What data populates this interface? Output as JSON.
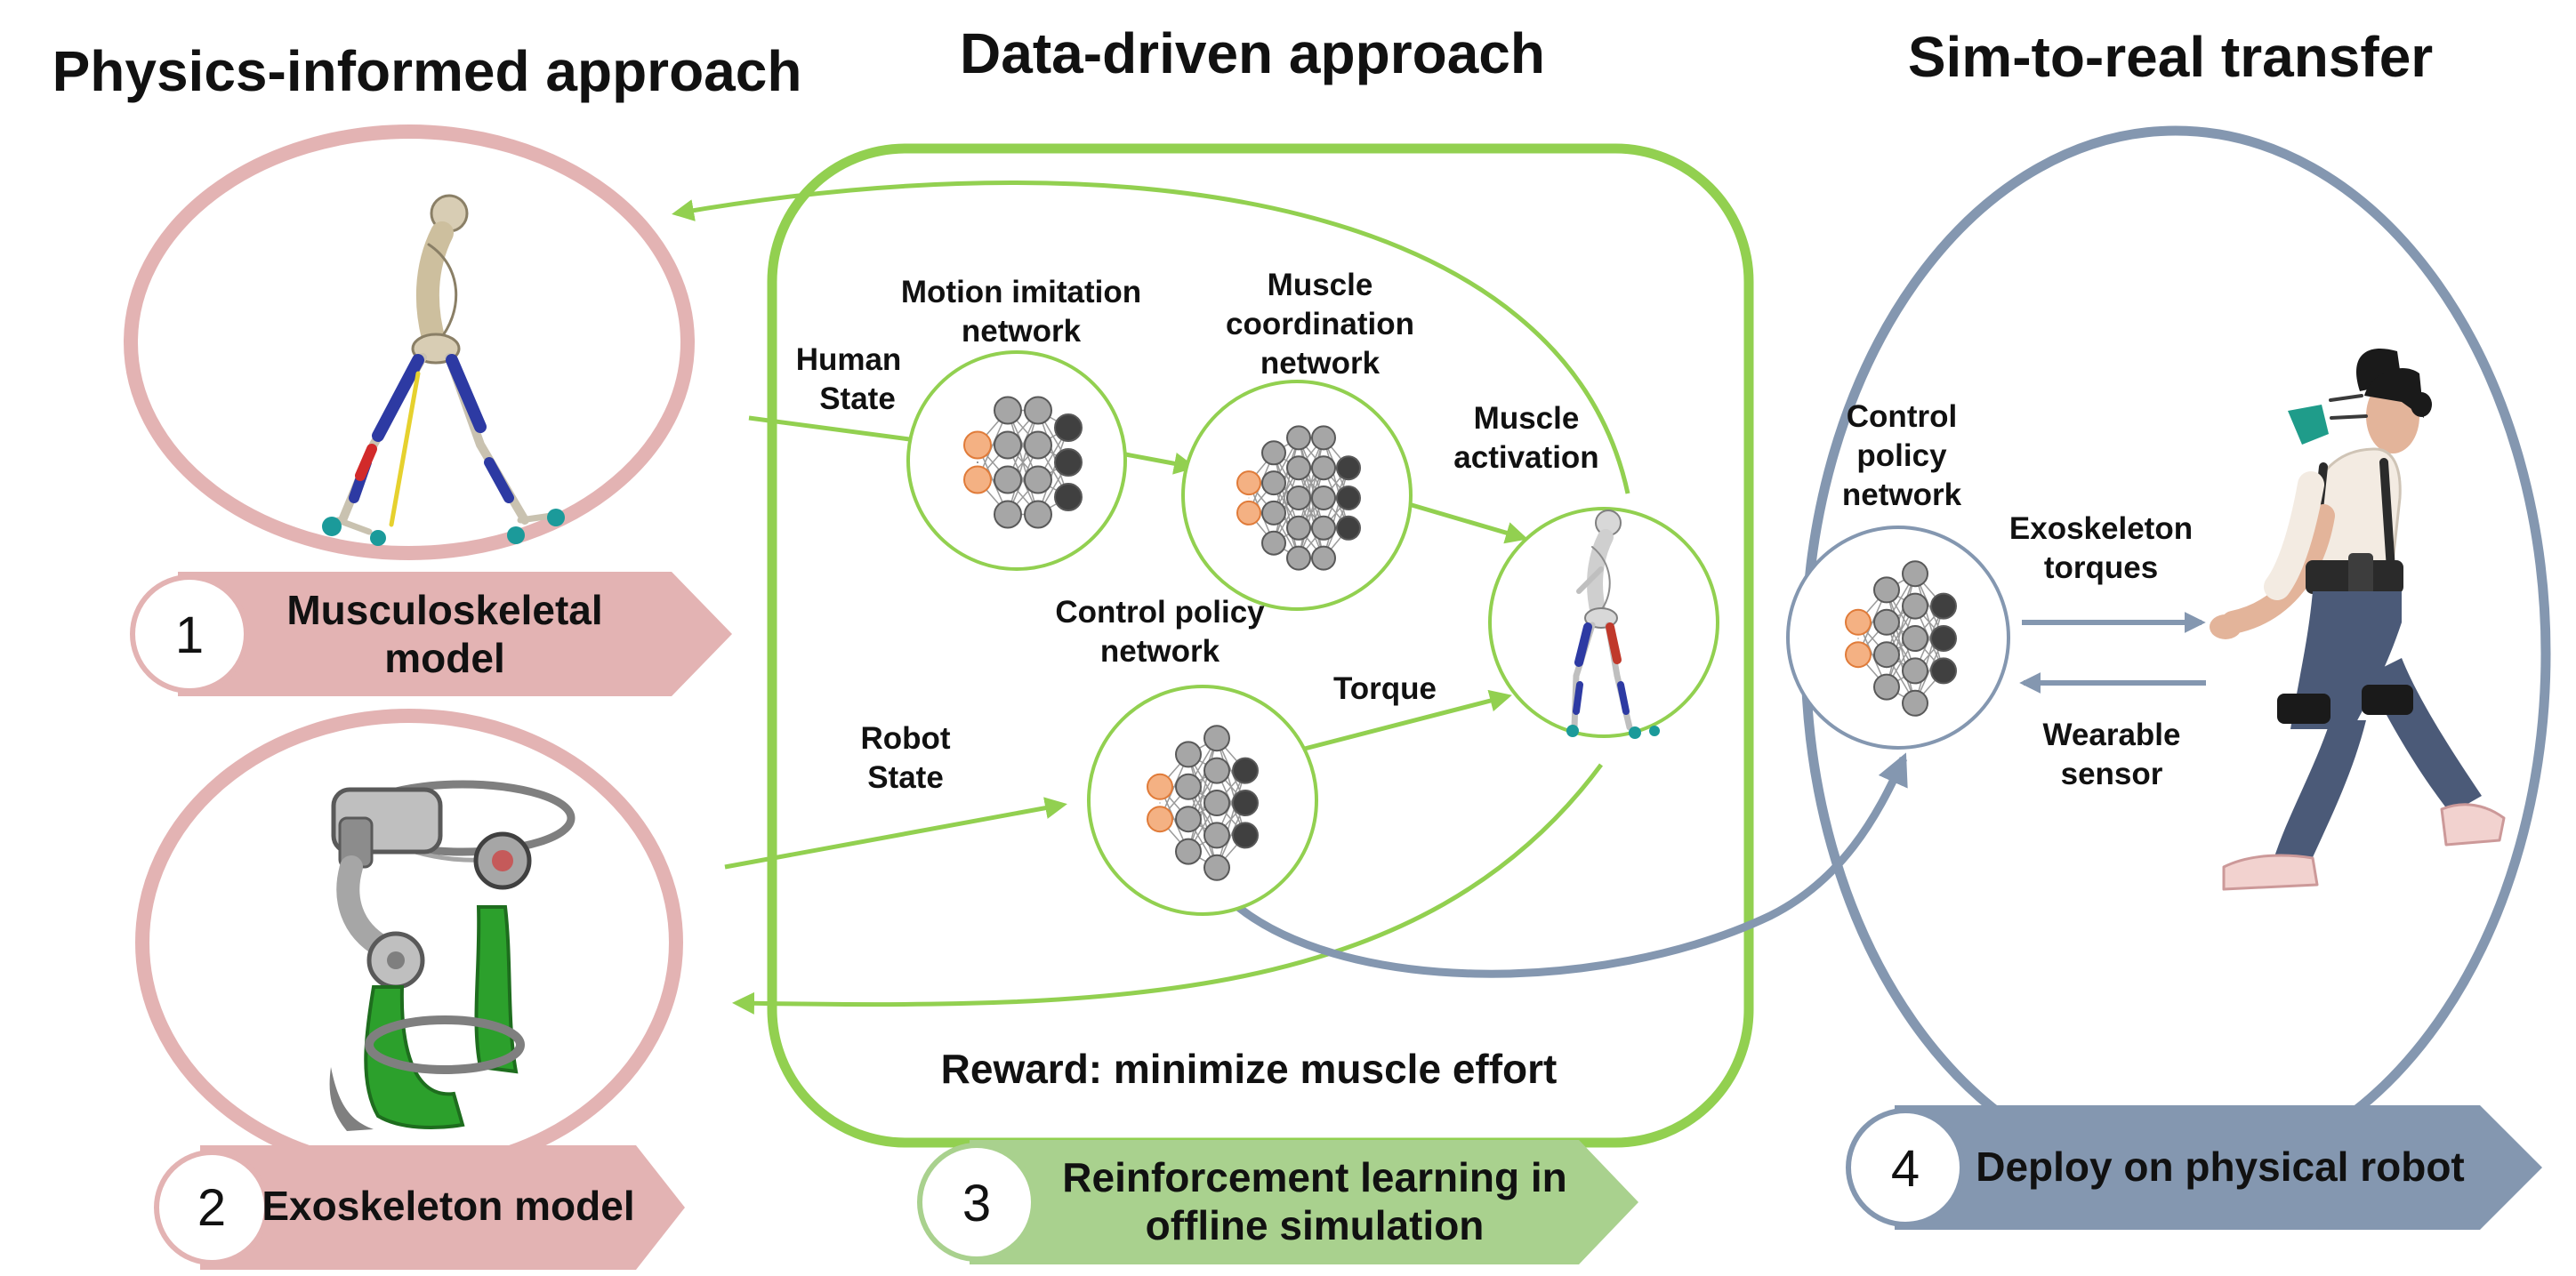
{
  "sections": {
    "physics": {
      "title": "Physics-informed approach"
    },
    "data_driven": {
      "title": "Data-driven approach"
    },
    "sim_to_real": {
      "title": "Sim-to-real transfer"
    }
  },
  "steps": [
    {
      "number": "1",
      "label_line1": "Musculoskeletal",
      "label_line2": "model",
      "color": "#e3b3b3"
    },
    {
      "number": "2",
      "label_line1": "Exoskeleton model",
      "label_line2": "",
      "color": "#e3b3b3"
    },
    {
      "number": "3",
      "label_line1": "Reinforcement learning in",
      "label_line2": "offline simulation",
      "color": "#a9d18e"
    },
    {
      "number": "4",
      "label_line1": "Deploy on physical robot",
      "label_line2": "",
      "color": "#8497b0"
    }
  ],
  "networks": {
    "motion_imitation": {
      "line1": "Motion imitation",
      "line2": "network"
    },
    "muscle_coordination": {
      "line1": "Muscle",
      "line2": "coordination",
      "line3": "network"
    },
    "control_policy": {
      "line1": "Control policy",
      "line2": "network"
    },
    "deployed_policy": {
      "line1": "Control",
      "line2": "policy",
      "line3": "network"
    }
  },
  "labels": {
    "human_state": {
      "line1": "Human",
      "line2": "State"
    },
    "robot_state": {
      "line1": "Robot",
      "line2": "State"
    },
    "muscle_activation": {
      "line1": "Muscle",
      "line2": "activation"
    },
    "torque": "Torque",
    "reward": "Reward: minimize muscle effort",
    "exo_torques": {
      "line1": "Exoskeleton",
      "line2": "torques"
    },
    "wearable_sensor": {
      "line1": "Wearable",
      "line2": "sensor"
    }
  },
  "colors": {
    "pink": "#e3b3b3",
    "green": "#92d050",
    "green_light": "#a9d18e",
    "blue_gray": "#8497b0",
    "input_node": "#f4b183",
    "hidden_node": "#a6a6a6",
    "output_node": "#404040"
  },
  "icons": [
    "skeleton-figure-icon",
    "exoskeleton-device-icon",
    "walking-person-icon"
  ]
}
